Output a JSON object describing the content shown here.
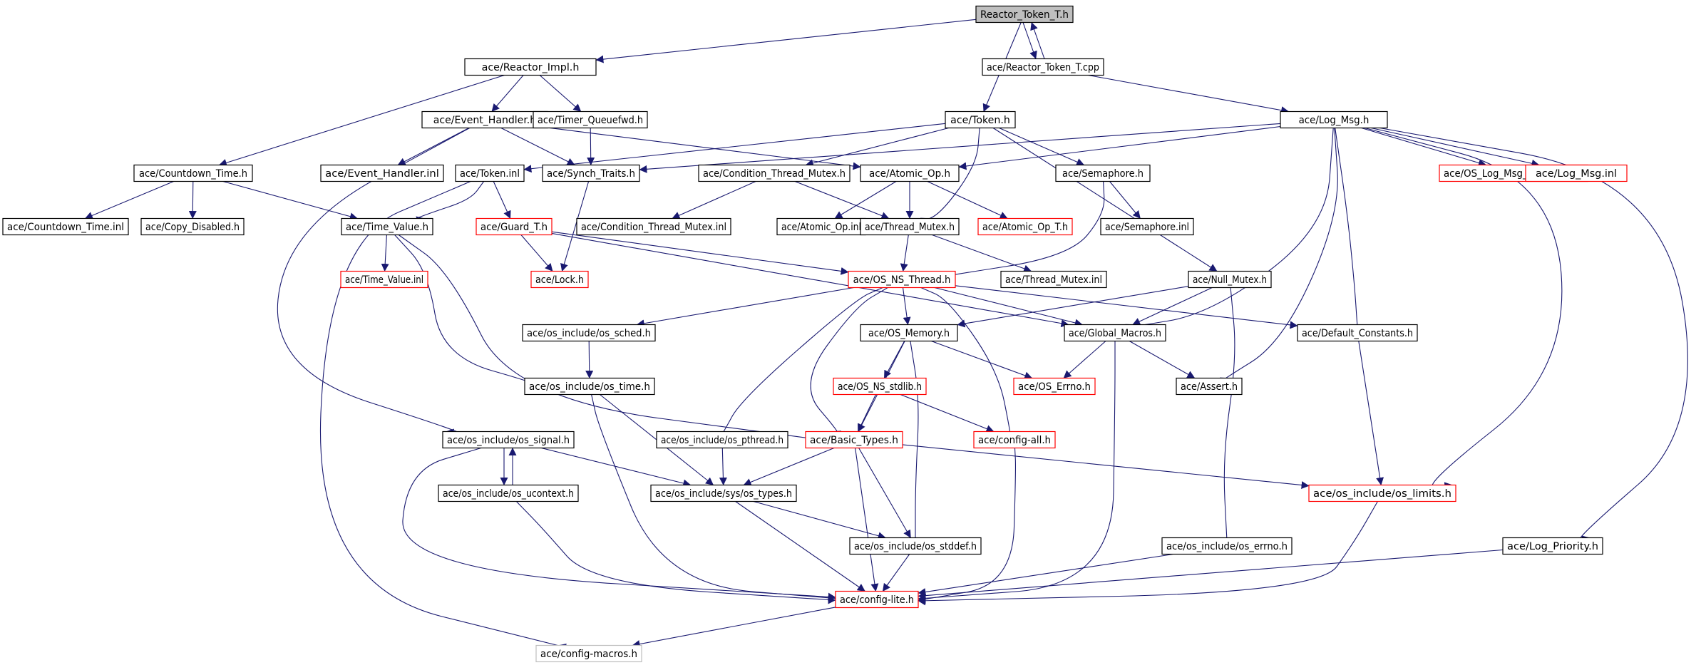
{
  "colors": {
    "edge": "#191970",
    "box_normal": "#000000",
    "box_truncated": "#ff0000",
    "box_missing": "#bfbfbf",
    "root_fill": "#bfbfbf",
    "text": "#000000"
  },
  "nodes": [
    {
      "id": "n0",
      "label": "Reactor_Token_T.h",
      "kind": "root"
    },
    {
      "id": "n1",
      "label": "ace/Reactor_Impl.h",
      "kind": "normal"
    },
    {
      "id": "n2",
      "label": "ace/Reactor_Token_T.cpp",
      "kind": "normal"
    },
    {
      "id": "n3",
      "label": "ace/Event_Handler.h",
      "kind": "normal"
    },
    {
      "id": "n4",
      "label": "ace/Timer_Queuefwd.h",
      "kind": "normal"
    },
    {
      "id": "n5",
      "label": "ace/Token.h",
      "kind": "normal"
    },
    {
      "id": "n6",
      "label": "ace/Log_Msg.h",
      "kind": "normal"
    },
    {
      "id": "n7",
      "label": "ace/Countdown_Time.h",
      "kind": "normal"
    },
    {
      "id": "n8",
      "label": "ace/Event_Handler.inl",
      "kind": "normal"
    },
    {
      "id": "n9",
      "label": "ace/Token.inl",
      "kind": "normal"
    },
    {
      "id": "n10",
      "label": "ace/Synch_Traits.h",
      "kind": "normal"
    },
    {
      "id": "n11",
      "label": "ace/Condition_Thread_Mutex.h",
      "kind": "normal"
    },
    {
      "id": "n12",
      "label": "ace/Atomic_Op.h",
      "kind": "normal"
    },
    {
      "id": "n13",
      "label": "ace/Semaphore.h",
      "kind": "normal"
    },
    {
      "id": "n14",
      "label": "ace/OS_Log_Msg_Attributes.h",
      "kind": "truncated"
    },
    {
      "id": "n15",
      "label": "ace/Log_Msg.inl",
      "kind": "truncated"
    },
    {
      "id": "n16",
      "label": "ace/Countdown_Time.inl",
      "kind": "normal"
    },
    {
      "id": "n17",
      "label": "ace/Copy_Disabled.h",
      "kind": "normal"
    },
    {
      "id": "n18",
      "label": "ace/Time_Value.h",
      "kind": "normal"
    },
    {
      "id": "n19",
      "label": "ace/Guard_T.h",
      "kind": "truncated"
    },
    {
      "id": "n20",
      "label": "ace/Condition_Thread_Mutex.inl",
      "kind": "normal"
    },
    {
      "id": "n21",
      "label": "ace/Atomic_Op.inl",
      "kind": "normal"
    },
    {
      "id": "n22",
      "label": "ace/Thread_Mutex.h",
      "kind": "normal"
    },
    {
      "id": "n23",
      "label": "ace/Atomic_Op_T.h",
      "kind": "truncated"
    },
    {
      "id": "n24",
      "label": "ace/Semaphore.inl",
      "kind": "normal"
    },
    {
      "id": "n25",
      "label": "ace/Time_Value.inl",
      "kind": "truncated"
    },
    {
      "id": "n26",
      "label": "ace/Lock.h",
      "kind": "truncated"
    },
    {
      "id": "n27",
      "label": "ace/OS_NS_Thread.h",
      "kind": "truncated"
    },
    {
      "id": "n28",
      "label": "ace/Thread_Mutex.inl",
      "kind": "normal"
    },
    {
      "id": "n29",
      "label": "ace/Null_Mutex.h",
      "kind": "normal"
    },
    {
      "id": "n30",
      "label": "ace/os_include/os_sched.h",
      "kind": "normal"
    },
    {
      "id": "n31",
      "label": "ace/OS_Memory.h",
      "kind": "normal"
    },
    {
      "id": "n32",
      "label": "ace/Global_Macros.h",
      "kind": "normal"
    },
    {
      "id": "n33",
      "label": "ace/Default_Constants.h",
      "kind": "normal"
    },
    {
      "id": "n34",
      "label": "ace/os_include/os_time.h",
      "kind": "normal"
    },
    {
      "id": "n35",
      "label": "ace/OS_NS_stdlib.h",
      "kind": "truncated"
    },
    {
      "id": "n36",
      "label": "ace/OS_Errno.h",
      "kind": "truncated"
    },
    {
      "id": "n37",
      "label": "ace/Assert.h",
      "kind": "normal"
    },
    {
      "id": "n38",
      "label": "ace/os_include/os_signal.h",
      "kind": "normal"
    },
    {
      "id": "n39",
      "label": "ace/os_include/os_pthread.h",
      "kind": "normal"
    },
    {
      "id": "n40",
      "label": "ace/Basic_Types.h",
      "kind": "truncated"
    },
    {
      "id": "n41",
      "label": "ace/config-all.h",
      "kind": "truncated"
    },
    {
      "id": "n42",
      "label": "ace/os_include/os_ucontext.h",
      "kind": "normal"
    },
    {
      "id": "n43",
      "label": "ace/os_include/sys/os_types.h",
      "kind": "normal"
    },
    {
      "id": "n44",
      "label": "ace/os_include/os_limits.h",
      "kind": "truncated"
    },
    {
      "id": "n45",
      "label": "ace/os_include/os_stddef.h",
      "kind": "normal"
    },
    {
      "id": "n46",
      "label": "ace/os_include/os_errno.h",
      "kind": "normal"
    },
    {
      "id": "n47",
      "label": "ace/Log_Priority.h",
      "kind": "normal"
    },
    {
      "id": "n48",
      "label": "ace/config-lite.h",
      "kind": "truncated"
    },
    {
      "id": "n49",
      "label": "ace/config-macros.h",
      "kind": "missing"
    }
  ],
  "edges": [
    [
      "n0",
      "n1"
    ],
    [
      "n0",
      "n5"
    ],
    [
      "n0",
      "n2"
    ],
    [
      "n2",
      "n0"
    ],
    [
      "n2",
      "n6"
    ],
    [
      "n1",
      "n3"
    ],
    [
      "n1",
      "n4"
    ],
    [
      "n1",
      "n7"
    ],
    [
      "n3",
      "n8"
    ],
    [
      "n3",
      "n10"
    ],
    [
      "n3",
      "n12"
    ],
    [
      "n3",
      "n38"
    ],
    [
      "n4",
      "n10"
    ],
    [
      "n5",
      "n9"
    ],
    [
      "n5",
      "n11"
    ],
    [
      "n5",
      "n13"
    ],
    [
      "n5",
      "n22"
    ],
    [
      "n5",
      "n29"
    ],
    [
      "n6",
      "n10"
    ],
    [
      "n6",
      "n12"
    ],
    [
      "n6",
      "n14"
    ],
    [
      "n6",
      "n15"
    ],
    [
      "n6",
      "n32"
    ],
    [
      "n6",
      "n33"
    ],
    [
      "n6",
      "n37"
    ],
    [
      "n6",
      "n44"
    ],
    [
      "n6",
      "n47"
    ],
    [
      "n7",
      "n16"
    ],
    [
      "n7",
      "n17"
    ],
    [
      "n7",
      "n18"
    ],
    [
      "n9",
      "n18"
    ],
    [
      "n9",
      "n19"
    ],
    [
      "n9",
      "n49"
    ],
    [
      "n10",
      "n26"
    ],
    [
      "n11",
      "n20"
    ],
    [
      "n11",
      "n22"
    ],
    [
      "n12",
      "n21"
    ],
    [
      "n12",
      "n22"
    ],
    [
      "n12",
      "n23"
    ],
    [
      "n13",
      "n24"
    ],
    [
      "n13",
      "n27"
    ],
    [
      "n18",
      "n25"
    ],
    [
      "n18",
      "n34"
    ],
    [
      "n18",
      "n40"
    ],
    [
      "n19",
      "n26"
    ],
    [
      "n19",
      "n27"
    ],
    [
      "n19",
      "n32"
    ],
    [
      "n22",
      "n27"
    ],
    [
      "n22",
      "n28"
    ],
    [
      "n29",
      "n31"
    ],
    [
      "n29",
      "n32"
    ],
    [
      "n29",
      "n46"
    ],
    [
      "n27",
      "n30"
    ],
    [
      "n27",
      "n31"
    ],
    [
      "n27",
      "n32"
    ],
    [
      "n27",
      "n33"
    ],
    [
      "n27",
      "n39"
    ],
    [
      "n27",
      "n40"
    ],
    [
      "n27",
      "n41"
    ],
    [
      "n30",
      "n34"
    ],
    [
      "n31",
      "n35"
    ],
    [
      "n31",
      "n36"
    ],
    [
      "n31",
      "n40"
    ],
    [
      "n31",
      "n45"
    ],
    [
      "n32",
      "n36"
    ],
    [
      "n32",
      "n37"
    ],
    [
      "n32",
      "n48"
    ],
    [
      "n33",
      "n44"
    ],
    [
      "n34",
      "n43"
    ],
    [
      "n34",
      "n48"
    ],
    [
      "n35",
      "n40"
    ],
    [
      "n35",
      "n41"
    ],
    [
      "n38",
      "n42"
    ],
    [
      "n38",
      "n43"
    ],
    [
      "n38",
      "n48"
    ],
    [
      "n42",
      "n38"
    ],
    [
      "n42",
      "n48"
    ],
    [
      "n39",
      "n43"
    ],
    [
      "n40",
      "n43"
    ],
    [
      "n40",
      "n45"
    ],
    [
      "n40",
      "n44"
    ],
    [
      "n40",
      "n48"
    ],
    [
      "n41",
      "n48"
    ],
    [
      "n43",
      "n45"
    ],
    [
      "n43",
      "n48"
    ],
    [
      "n44",
      "n48"
    ],
    [
      "n45",
      "n48"
    ],
    [
      "n46",
      "n48"
    ],
    [
      "n47",
      "n48"
    ],
    [
      "n48",
      "n49"
    ]
  ]
}
